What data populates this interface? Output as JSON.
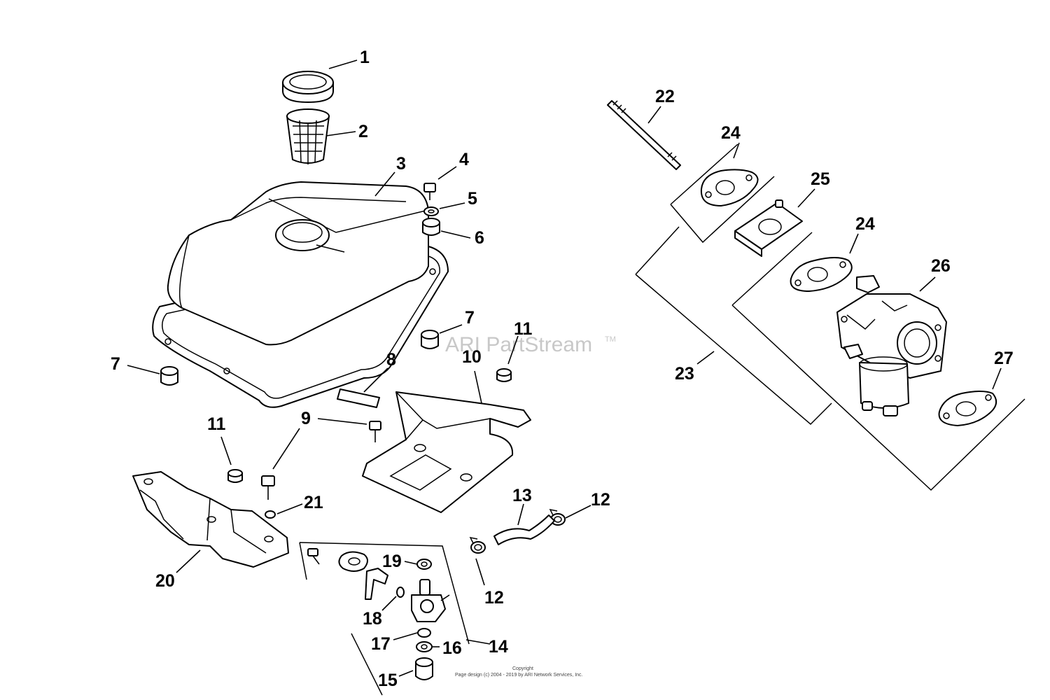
{
  "watermark": {
    "text": "ARI PartStream",
    "mark": "TM"
  },
  "copyright": {
    "line1": "Copyright",
    "line2": "Page design (c) 2004 - 2019 by ARI Network Services, Inc."
  },
  "callouts": [
    {
      "id": "c1",
      "label": "1"
    },
    {
      "id": "c2",
      "label": "2"
    },
    {
      "id": "c3",
      "label": "3"
    },
    {
      "id": "c4",
      "label": "4"
    },
    {
      "id": "c5",
      "label": "5"
    },
    {
      "id": "c6",
      "label": "6"
    },
    {
      "id": "c7a",
      "label": "7"
    },
    {
      "id": "c7b",
      "label": "7"
    },
    {
      "id": "c8",
      "label": "8"
    },
    {
      "id": "c9",
      "label": "9"
    },
    {
      "id": "c10",
      "label": "10"
    },
    {
      "id": "c11a",
      "label": "11"
    },
    {
      "id": "c11b",
      "label": "11"
    },
    {
      "id": "c12a",
      "label": "12"
    },
    {
      "id": "c12b",
      "label": "12"
    },
    {
      "id": "c13",
      "label": "13"
    },
    {
      "id": "c14",
      "label": "14"
    },
    {
      "id": "c15",
      "label": "15"
    },
    {
      "id": "c16",
      "label": "16"
    },
    {
      "id": "c17",
      "label": "17"
    },
    {
      "id": "c18",
      "label": "18"
    },
    {
      "id": "c19",
      "label": "19"
    },
    {
      "id": "c20",
      "label": "20"
    },
    {
      "id": "c21",
      "label": "21"
    },
    {
      "id": "c22",
      "label": "22"
    },
    {
      "id": "c23",
      "label": "23"
    },
    {
      "id": "c24a",
      "label": "24"
    },
    {
      "id": "c24b",
      "label": "24"
    },
    {
      "id": "c25",
      "label": "25"
    },
    {
      "id": "c26",
      "label": "26"
    },
    {
      "id": "c27",
      "label": "27"
    }
  ]
}
